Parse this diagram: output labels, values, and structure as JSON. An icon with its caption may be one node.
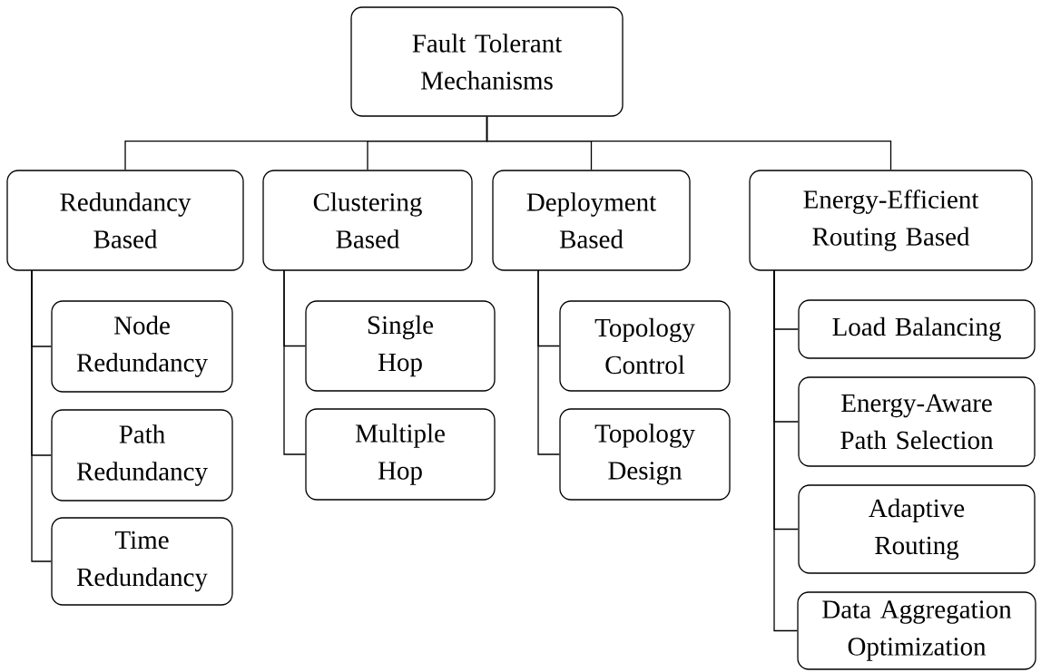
{
  "diagram": {
    "nodes": [
      {
        "text": [
          "Fault Tolerant Mechanisms"
        ]
      },
      {
        "text": [
          "Redundancy Based"
        ]
      },
      {
        "text": [
          "Clustering Based"
        ]
      },
      {
        "text": [
          "Deployment Based"
        ]
      },
      {
        "text": [
          "Energy-Efficient Routing Based"
        ]
      },
      {
        "text": [
          "Node Redundancy"
        ]
      },
      {
        "text": [
          "Path Redundancy"
        ]
      },
      {
        "text": [
          "Time Redundancy"
        ]
      },
      {
        "text": [
          "Single Hop"
        ]
      },
      {
        "text": [
          "Multiple Hop"
        ]
      },
      {
        "text": [
          "Topology Control"
        ]
      },
      {
        "text": [
          "Topology Design"
        ]
      },
      {
        "text": [
          "Load Balancing"
        ]
      },
      {
        "text": [
          "Energy-Aware Path Selection"
        ]
      },
      {
        "text": [
          "Adaptive Routing"
        ]
      },
      {
        "text": [
          "Data Aggregation Optimization"
        ]
      }
    ],
    "edges": [
      {
        "from": 0,
        "to": 1,
        "arrow": "none"
      },
      {
        "from": 0,
        "to": 2,
        "arrow": "none"
      },
      {
        "from": 0,
        "to": 3,
        "arrow": "none"
      },
      {
        "from": 0,
        "to": 4,
        "arrow": "none"
      },
      {
        "from": 1,
        "to": 5,
        "arrow": "none"
      },
      {
        "from": 1,
        "to": 6,
        "arrow": "none"
      },
      {
        "from": 1,
        "to": 7,
        "arrow": "none"
      },
      {
        "from": 2,
        "to": 8,
        "arrow": "none"
      },
      {
        "from": 2,
        "to": 9,
        "arrow": "none"
      },
      {
        "from": 3,
        "to": 10,
        "arrow": "none"
      },
      {
        "from": 3,
        "to": 11,
        "arrow": "none"
      },
      {
        "from": 4,
        "to": 12,
        "arrow": "none"
      },
      {
        "from": 4,
        "to": 13,
        "arrow": "none"
      },
      {
        "from": 4,
        "to": 14,
        "arrow": "none"
      },
      {
        "from": 4,
        "to": 15,
        "arrow": "none"
      }
    ]
  }
}
